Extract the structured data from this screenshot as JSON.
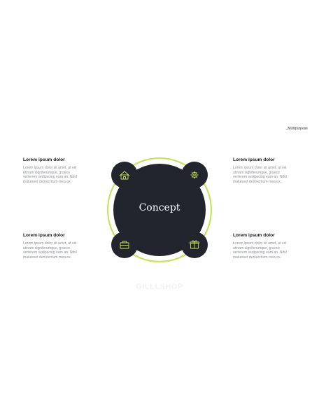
{
  "brand": "_Multipurpose",
  "center": {
    "label": "Concept"
  },
  "colors": {
    "accent": "#c9e265",
    "dark": "#22252d",
    "text_muted": "#8d8f94"
  },
  "blocks": [
    {
      "position": "top-left",
      "icon": "home-icon",
      "title": "Lorem ipsum dolor",
      "text": "Lorem ipsum dolor sit amet, at vel\nutinam signiferumque, graece\nverterem sedipscing eam an. Nihil\nmaluisset democritum mea ex."
    },
    {
      "position": "top-right",
      "icon": "gear-icon",
      "title": "Lorem ipsum dolor",
      "text": "Lorem ipsum dolor sit amet, at vel\nutinam signiferumque, graece\nverterem sedipscing eam an. Nihil\nmaluisset democritum mea ex."
    },
    {
      "position": "bottom-left",
      "icon": "briefcase-icon",
      "title": "Lorem ipsum dolor",
      "text": "Lorem ipsum dolor sit amet, at vel\nutinam signiferumque, graece\nverterem sedipscing eam an. Nihil\nmaluisset democritum mea ex."
    },
    {
      "position": "bottom-right",
      "icon": "gift-icon",
      "title": "Lorem ipsum dolor",
      "text": "Lorem ipsum dolor sit amet, at vel\nutinam signiferumque, graece\nverterem sedipscing eam an. Nihil\nmaluisset democritum mea ex."
    }
  ],
  "watermark": "GILLLSHOP"
}
